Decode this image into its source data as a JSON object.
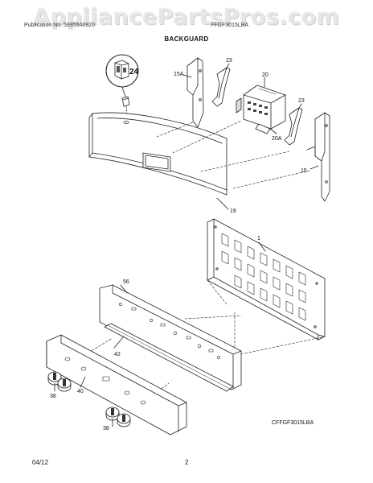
{
  "watermark": "AppliancePartsPros.com",
  "header": {
    "left": "Publication No. 5995546920",
    "right": "FFGF3015LBA",
    "section_title": "BACKGUARD"
  },
  "figure_code": "CFFGF3015LBA",
  "footer": {
    "date": "04/12",
    "page": "2"
  },
  "callouts": {
    "c24": "24",
    "c15a": "15A",
    "c23a": "23",
    "c20": "20",
    "c20a": "20A",
    "c23b": "23",
    "c15": "15",
    "c19": "19",
    "c1": "1",
    "c56": "56",
    "c42": "42",
    "c40": "40",
    "c38a": "38",
    "c38b": "38"
  }
}
